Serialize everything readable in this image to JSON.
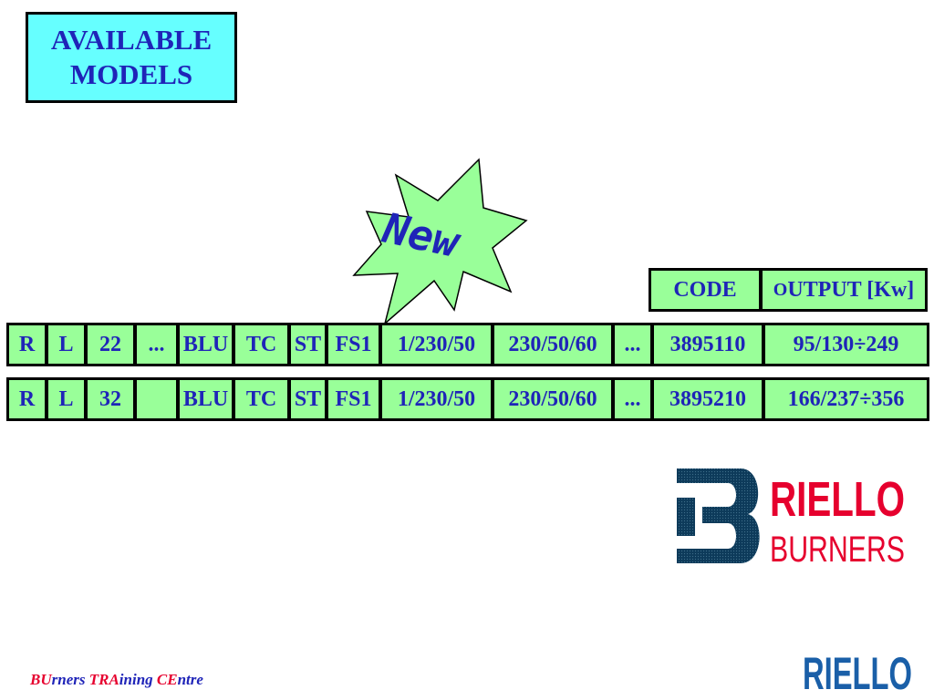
{
  "title": {
    "line1": "AVAILABLE",
    "line2": "MODELS"
  },
  "badge": {
    "text": "New"
  },
  "header": {
    "code": "CODE",
    "output_prefix": "O",
    "output_rest": "UTPUT [Kw]"
  },
  "rows": [
    {
      "c1": "R",
      "c2": "L",
      "c3": "22",
      "c4": "...",
      "c5": "BLU",
      "c6": "TC",
      "c7": "ST",
      "c8": "FS1",
      "c9": "1/230/50",
      "c10": "230/50/60",
      "c11": "...",
      "code": "3895110",
      "output": "95/130÷249"
    },
    {
      "c1": "R",
      "c2": "L",
      "c3": "32",
      "c4": "",
      "c5": "BLU",
      "c6": "TC",
      "c7": "ST",
      "c8": "FS1",
      "c9": "1/230/50",
      "c10": "230/50/60",
      "c11": "...",
      "code": "3895210",
      "output": "166/237÷356"
    }
  ],
  "logo": {
    "line1": "RIELLO",
    "line2": "BURNERS",
    "corner": "RIELLO"
  },
  "footer": {
    "p1": "BU",
    "p2": "rners ",
    "p3": "TRA",
    "p4": "ining ",
    "p5": "CE",
    "p6": "ntre"
  },
  "colors": {
    "cell_bg": "#99ff99",
    "title_bg": "#66ffff",
    "text_blue": "#1f24b8",
    "logo_red": "#e6002e",
    "logo_navy": "#0d3a5a",
    "corner_blue": "#1a5fa8"
  }
}
